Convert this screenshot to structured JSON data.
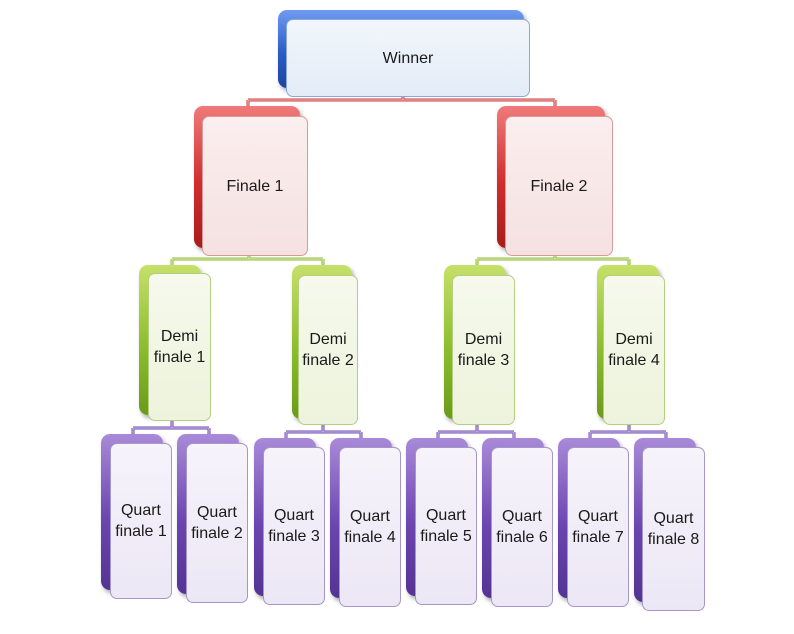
{
  "colors": {
    "winner": "#2a5cc6",
    "finale": "#cf2d2d",
    "demi": "#8cbd2c",
    "quart": "#6b45b0"
  },
  "winner": {
    "label": "Winner"
  },
  "finales": [
    {
      "label": "Finale 1"
    },
    {
      "label": "Finale 2"
    }
  ],
  "demis": [
    {
      "label": "Demi finale 1"
    },
    {
      "label": "Demi finale 2"
    },
    {
      "label": "Demi finale 3"
    },
    {
      "label": "Demi finale 4"
    }
  ],
  "quarts": [
    {
      "label": "Quart finale 1"
    },
    {
      "label": "Quart finale 2"
    },
    {
      "label": "Quart finale 3"
    },
    {
      "label": "Quart finale 4"
    },
    {
      "label": "Quart finale 5"
    },
    {
      "label": "Quart finale 6"
    },
    {
      "label": "Quart finale 7"
    },
    {
      "label": "Quart finale 8"
    }
  ]
}
